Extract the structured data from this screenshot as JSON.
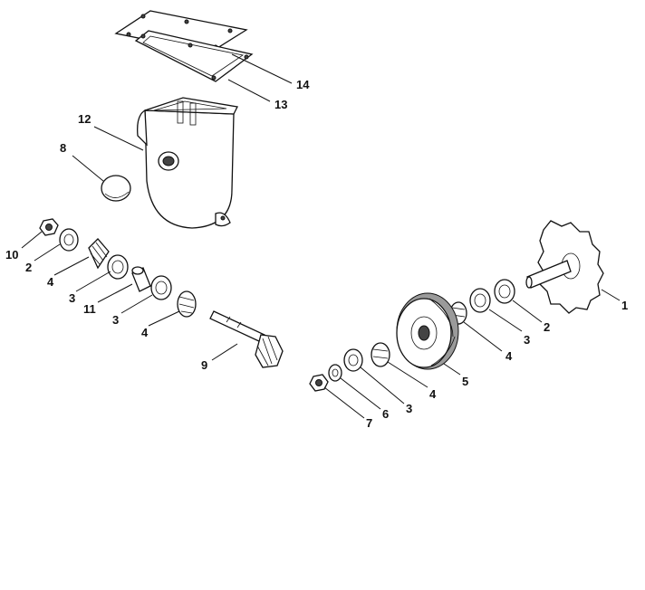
{
  "callouts": {
    "c1": "1",
    "c2a": "2",
    "c3a": "3",
    "c4a": "4",
    "c5": "5",
    "c4b": "4",
    "c3b": "3",
    "c6": "6",
    "c7": "7",
    "c9": "9",
    "c4c": "4",
    "c3c": "3",
    "c11": "11",
    "c3d": "3",
    "c4d": "4",
    "c2b": "2",
    "c10": "10",
    "c8": "8",
    "c12": "12",
    "c13": "13",
    "c14": "14"
  }
}
